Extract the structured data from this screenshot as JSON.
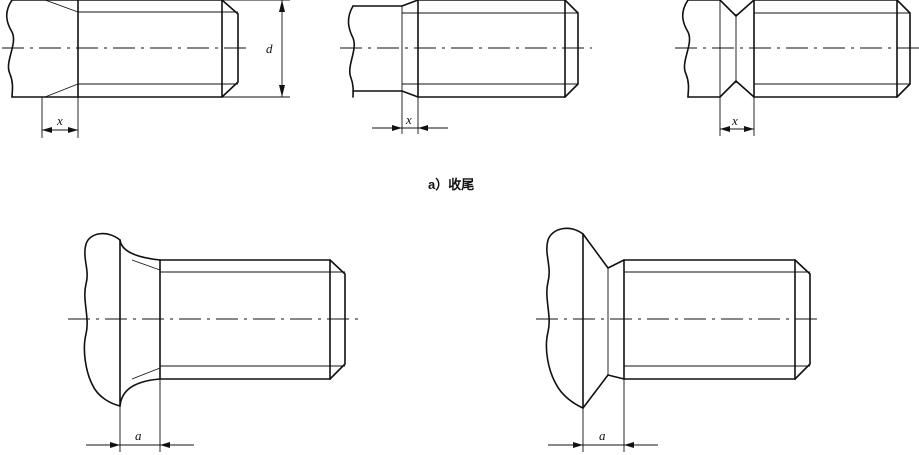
{
  "figure": {
    "caption_a": "a）收尾",
    "labels": {
      "x": "x",
      "d": "d",
      "a": "a"
    }
  }
}
